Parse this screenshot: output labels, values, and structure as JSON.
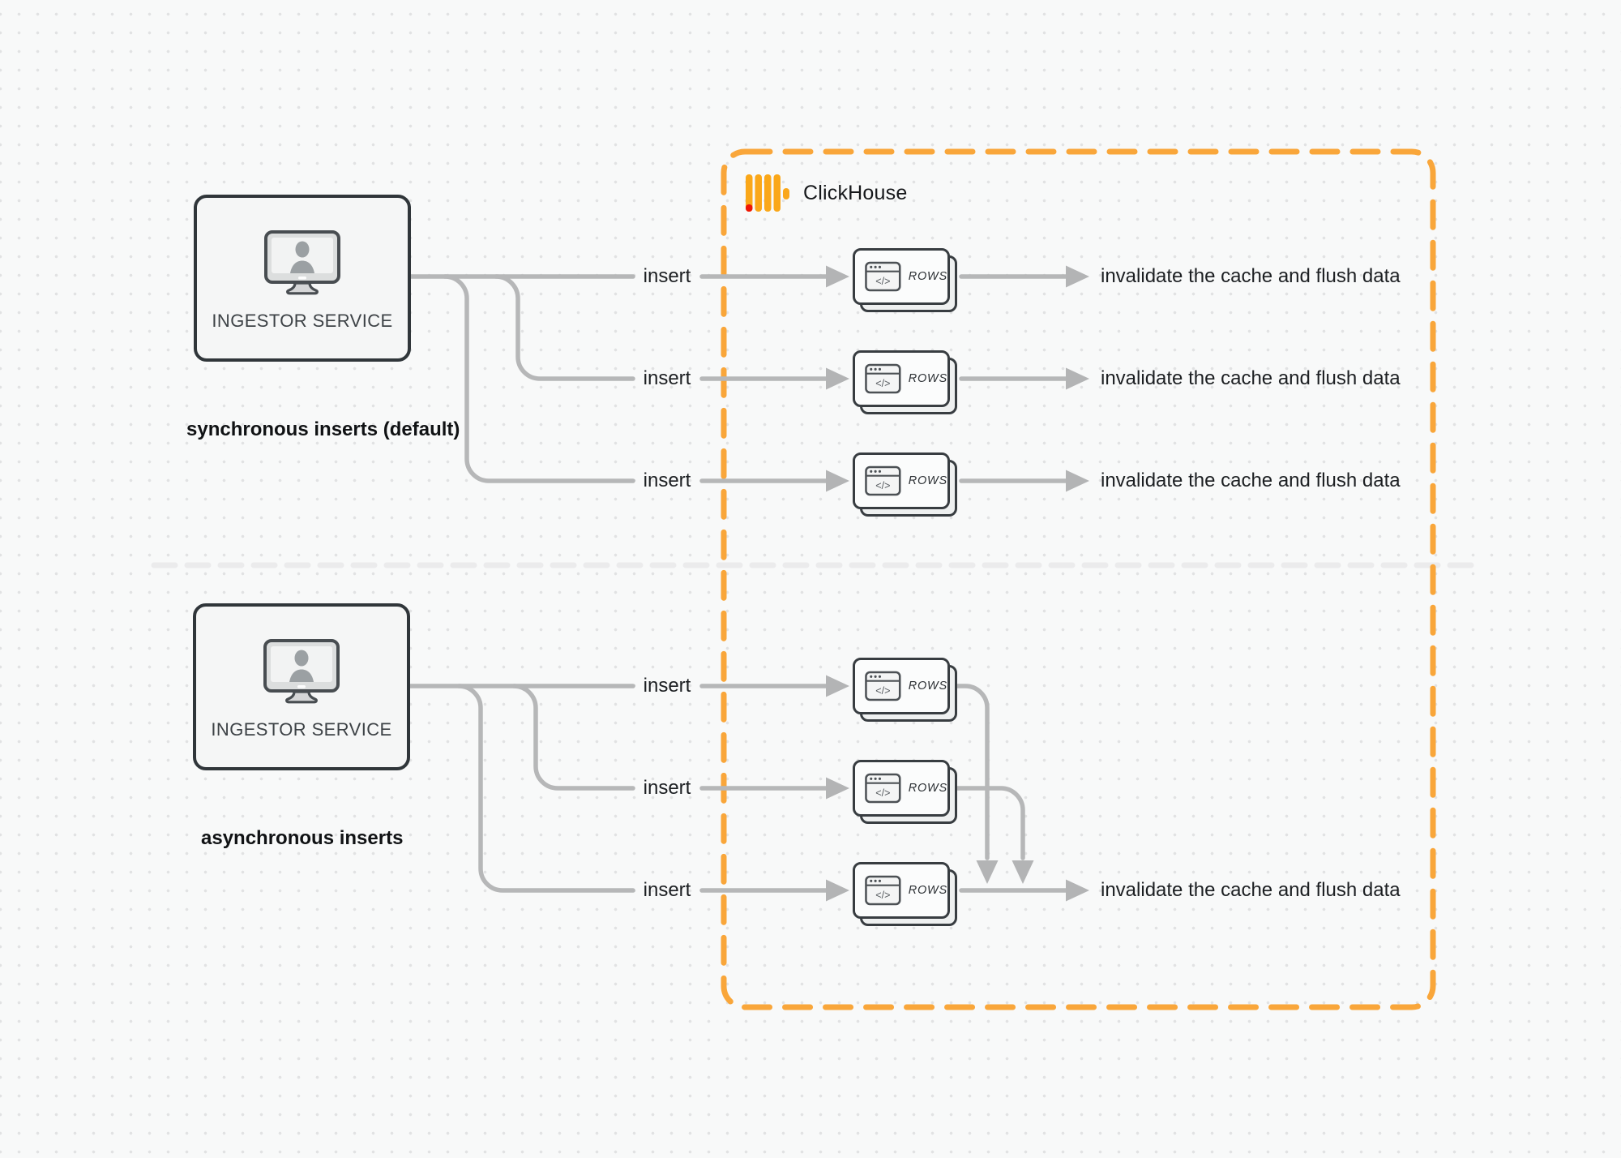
{
  "clickhouse": {
    "title": "ClickHouse"
  },
  "sync": {
    "service_label": "INGESTOR SERVICE",
    "caption": "synchronous inserts (default)",
    "insert_label": "insert",
    "rows_label": "ROWS",
    "code_glyph": "</>",
    "invalidate_label": "invalidate the cache and flush data"
  },
  "async": {
    "service_label": "INGESTOR SERVICE",
    "caption": "asynchronous inserts",
    "insert_label": "insert",
    "rows_label": "ROWS",
    "code_glyph": "</>",
    "invalidate_label": "invalidate the cache and flush data"
  },
  "colors": {
    "accent_orange": "#F9A63A",
    "logo_amber": "#FAA719",
    "logo_red": "#EF1505",
    "arrow_gray": "#b6b7b8",
    "divider_gray": "#ebebec"
  }
}
